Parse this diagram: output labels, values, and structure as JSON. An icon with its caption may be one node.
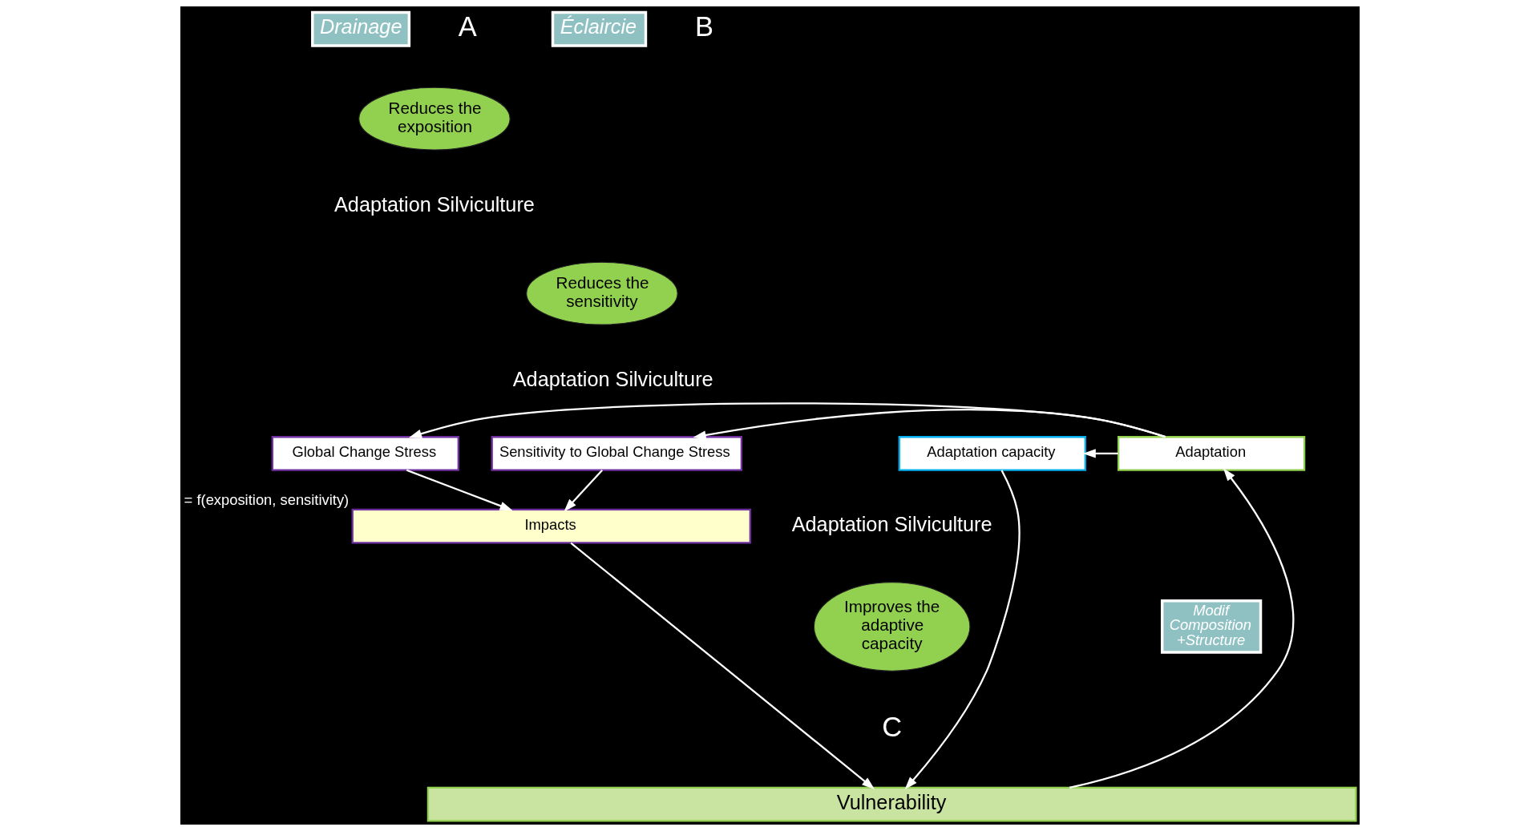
{
  "diagram": {
    "nodes": [
      {
        "text": [
          "Drainage"
        ]
      },
      {
        "text": [
          "Éclaircie"
        ]
      },
      {
        "text": [
          "Reduces the exposition"
        ]
      },
      {
        "text": [
          "Reduces the sensitivity"
        ]
      },
      {
        "text": [
          "Global Change Stress"
        ]
      },
      {
        "text": [
          "Sensitivity to Global Change Stress"
        ]
      },
      {
        "text": [
          "Adaptation capacity"
        ]
      },
      {
        "text": [
          "Adaptation"
        ]
      },
      {
        "text": [
          "Improves the adaptive capacity"
        ]
      },
      {
        "text": [
          "Modif Composition +Structure"
        ]
      },
      {
        "text": [
          "Impacts"
        ],
        "beside": [
          "= f(exposition, sensitivity)"
        ]
      },
      {
        "text": [
          "Vulnerability"
        ]
      }
    ],
    "edges": [
      {
        "from": 7,
        "to": 4,
        "arrow": "to"
      },
      {
        "from": 7,
        "to": 5,
        "arrow": "to"
      },
      {
        "from": 7,
        "to": 6,
        "arrow": "to"
      },
      {
        "from": 4,
        "to": 10,
        "arrow": "to"
      },
      {
        "from": 5,
        "to": 10,
        "arrow": "to"
      },
      {
        "from": 10,
        "to": 11,
        "arrow": "to"
      },
      {
        "from": 6,
        "to": 11,
        "arrow": "to"
      },
      {
        "from": 11,
        "to": 7,
        "arrow": "to"
      }
    ],
    "labels": [
      "B",
      "A",
      "Adaptation Silviculture",
      "Adaptation Silviculture",
      "Adaptation Silviculture",
      "C"
    ]
  }
}
